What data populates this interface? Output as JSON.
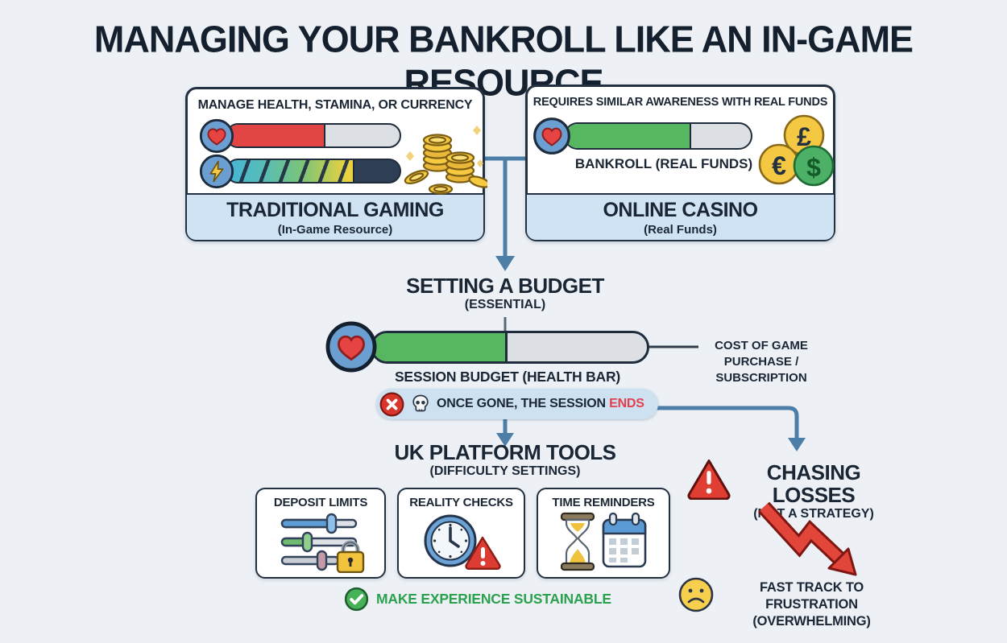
{
  "title": "MANAGING YOUR BANKROLL LIKE AN IN-GAME RESOURCE",
  "boxes": {
    "traditional": {
      "heading": "MANAGE HEALTH, STAMINA, OR CURRENCY",
      "name": "TRADITIONAL GAMING",
      "subtitle": "(In-Game Resource)",
      "health_pct": 57,
      "stamina_pct": 74
    },
    "online": {
      "heading": "REQUIRES SIMILAR AWARENESS WITH REAL FUNDS",
      "bar_label": "BANKROLL (REAL FUNDS)",
      "name": "ONLINE CASINO",
      "subtitle": "(Real Funds)",
      "bankroll_pct": 68,
      "currency_pound": "£",
      "currency_euro": "€",
      "currency_dollar": "$"
    }
  },
  "budget": {
    "title": "SETTING A BUDGET",
    "subtitle": "(ESSENTIAL)",
    "bar_label": "SESSION BUDGET (HEALTH BAR)",
    "session_pct": 49,
    "cost_line1": "COST OF GAME",
    "cost_line2": "PURCHASE / SUBSCRIPTION",
    "warning_text": "ONCE GONE, THE SESSION",
    "warning_highlight": "ENDS"
  },
  "tools": {
    "title": "UK PLATFORM TOOLS",
    "subtitle": "(DIFFICULTY SETTINGS)",
    "items": [
      {
        "label": "DEPOSIT LIMITS",
        "icon": "sliders-lock-icon"
      },
      {
        "label": "REALITY CHECKS",
        "icon": "clock-warning-icon"
      },
      {
        "label": "TIME REMINDERS",
        "icon": "hourglass-calendar-icon"
      }
    ],
    "footer": "MAKE EXPERIENCE SUSTAINABLE"
  },
  "chasing": {
    "title": "CHASING LOSSES",
    "subtitle": "(NOT A STRATEGY)",
    "result_line1": "FAST TRACK TO FRUSTRATION",
    "result_line2": "(OVERWHELMING)"
  },
  "colors": {
    "arrow_blue": "#4c7ea7",
    "health_red": "#e34444",
    "fill_green": "#57b761",
    "warning_red": "#dc3c32",
    "highlight_red": "#e2404e",
    "text_dark": "#1b2635",
    "panel_blue": "#cfe3f4",
    "pill_blue": "#cde1f0",
    "coin_gold": "#f5c844",
    "sustainable_green": "#2ca14d"
  }
}
